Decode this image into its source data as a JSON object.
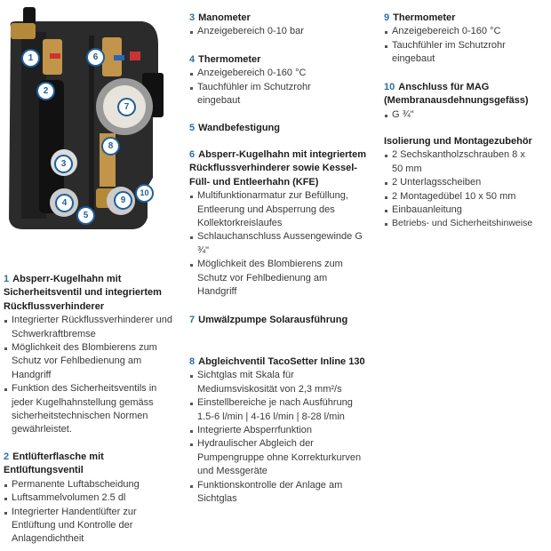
{
  "image": {
    "markers": [
      "1",
      "2",
      "3",
      "4",
      "5",
      "6",
      "7",
      "8",
      "9",
      "10"
    ]
  },
  "sections": {
    "s1": {
      "num": "1",
      "title": "Absperr-Kugelhahn mit Sicherheitsventil und integriertem Rückflussverhinderer",
      "items": [
        "Integrierter Rückflussverhinderer und Schwerkraftbremse",
        "Möglichkeit des Blombierens zum Schutz vor Fehlbedienung am Handgriff",
        "Funktion des Sicherheitsventils in jeder Kugelhahnstellung gemäss sicherheitstechnischen Normen gewährleistet."
      ]
    },
    "s2": {
      "num": "2",
      "title": "Entlüfterflasche mit Entlüftungsventil",
      "items": [
        "Permanente Luftabscheidung",
        "Luftsammelvolumen 2.5 dl",
        "Integrierter Handentlüfter zur Entlüftung und Kontrolle der Anlagendichtheit"
      ]
    },
    "s3": {
      "num": "3",
      "title": "Manometer",
      "items": [
        "Anzeigebereich 0-10 bar"
      ]
    },
    "s4": {
      "num": "4",
      "title": "Thermometer",
      "items": [
        "Anzeigebereich 0-160 °C",
        "Tauchfühler im Schutzrohr eingebaut"
      ]
    },
    "s5": {
      "num": "5",
      "title": "Wandbefestigung"
    },
    "s6": {
      "num": "6",
      "title": "Absperr-Kugelhahn mit integriertem Rückflussverhinderer sowie Kessel-Füll- und Entleerhahn (KFE)",
      "items": [
        "Multifunktionarmatur zur Befüllung, Entleerung und Absperrung des Kollektorkreislaufes",
        "Schlauchanschluss Aussengewinde G ¾\"",
        "Möglichkeit des Blombierens zum Schutz vor Fehlbedienung am Handgriff"
      ]
    },
    "s7": {
      "num": "7",
      "title": "Umwälzpumpe Solarausführung"
    },
    "s8": {
      "num": "8",
      "title": "Abgleichventil TacoSetter Inline 130",
      "items": [
        "Sichtglas mit Skala für Mediumsviskosität von 2,3 mm²/s",
        "Einstellbereiche je nach Ausführung 1.5-6 l/min | 4-16 l/min | 8-28 l/min",
        "Integrierte Absperrfunktion",
        "Hydraulischer Abgleich der Pumpengruppe ohne Korrekturkurven und Messgeräte",
        "Funktionskontrolle der Anlage am Sichtglas"
      ]
    },
    "s9": {
      "num": "9",
      "title": "Thermometer",
      "items": [
        "Anzeigebereich 0-160 °C",
        "Tauchfühler im Schutzrohr eingebaut"
      ]
    },
    "s10": {
      "num": "10",
      "title": "Anschluss für MAG (Membranausdehnungsgefäss)",
      "items": [
        "G ¾\""
      ]
    },
    "s11": {
      "title": "Isolierung und Montagezubehör",
      "items": [
        "2 Sechskantholzschrauben 8 x 50 mm",
        "2 Unterlagsscheiben",
        "2 Montagedübel 10 x 50 mm",
        "Einbauanleitung",
        "Betriebs- und Sicherheitshinweise"
      ]
    }
  }
}
